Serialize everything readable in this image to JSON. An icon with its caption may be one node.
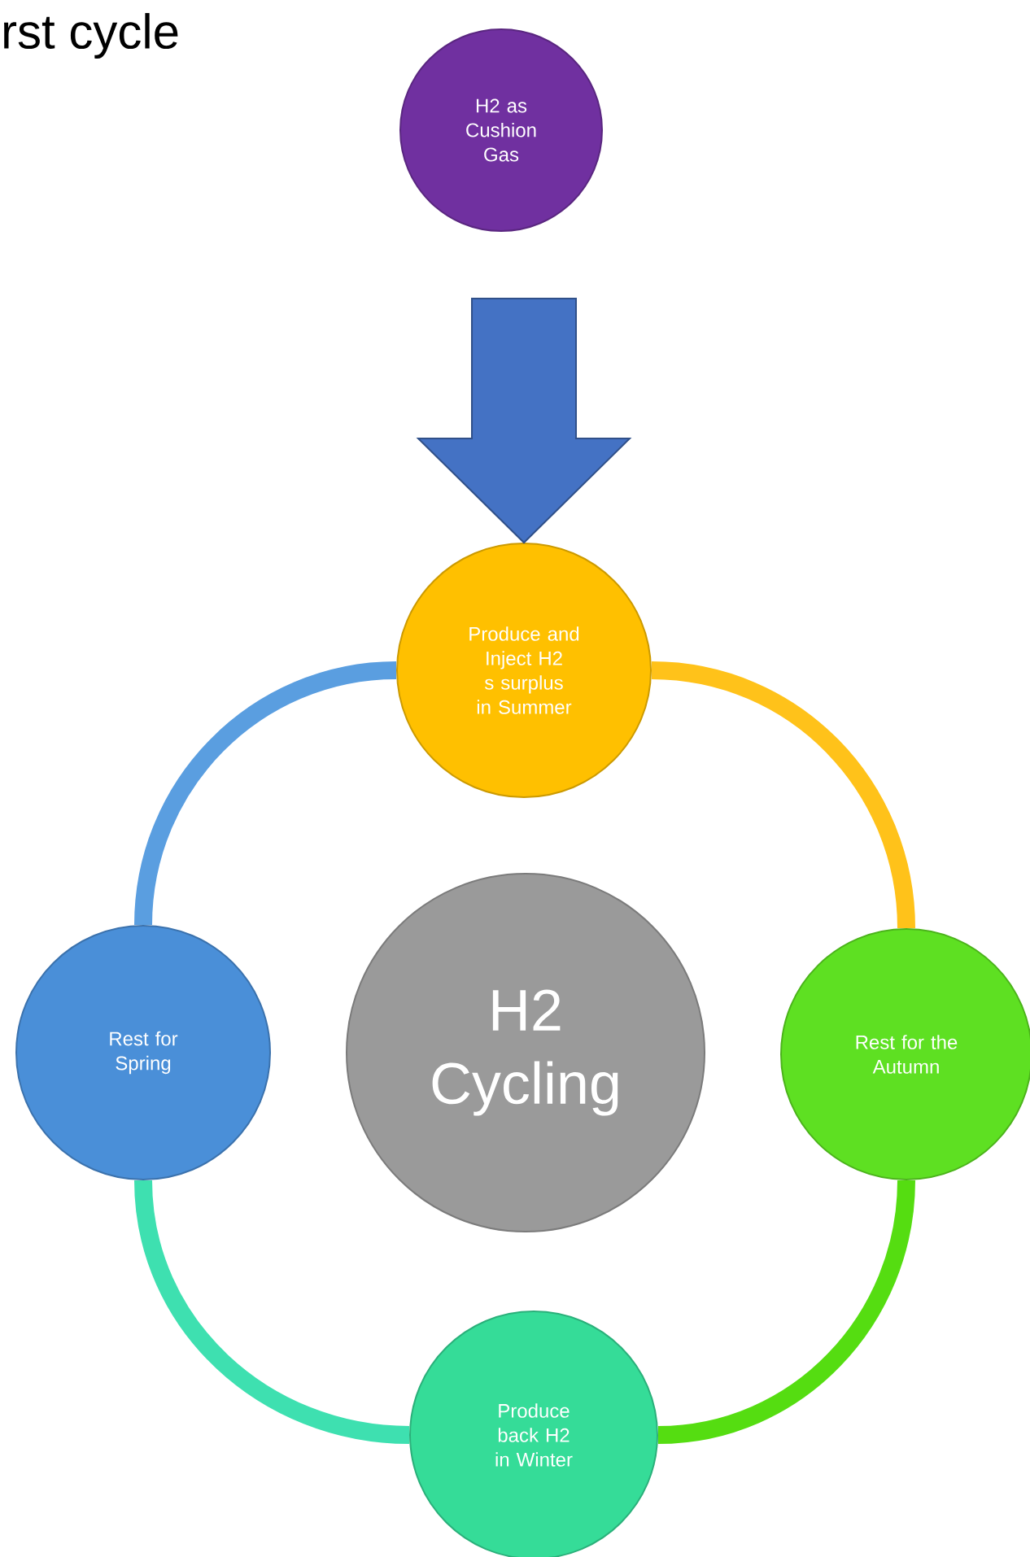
{
  "diagram": {
    "title": "rst cycle",
    "nodes": [
      {
        "text": [
          "H2 as Cushion Gas"
        ]
      },
      {
        "text": [
          "Produce and Inject H2 s surplus in Summer"
        ]
      },
      {
        "text": [
          "Rest for the Autumn"
        ]
      },
      {
        "text": [
          "Produce back H2 in Winter"
        ]
      },
      {
        "text": [
          "Rest for Spring"
        ]
      },
      {
        "text": [
          "H2 Cycling"
        ]
      }
    ],
    "edges": [
      {
        "from": 0,
        "to": 1,
        "arrow": "to",
        "style": "thick",
        "color": "#4472c4"
      },
      {
        "from": 1,
        "to": 2,
        "arrow": "none",
        "color": "#ffc21a"
      },
      {
        "from": 2,
        "to": 3,
        "arrow": "none",
        "color": "#55dd11"
      },
      {
        "from": 3,
        "to": 4,
        "arrow": "none",
        "color": "#3ee0b0"
      },
      {
        "from": 4,
        "to": 1,
        "arrow": "none",
        "color": "#5a9ee0"
      }
    ]
  }
}
